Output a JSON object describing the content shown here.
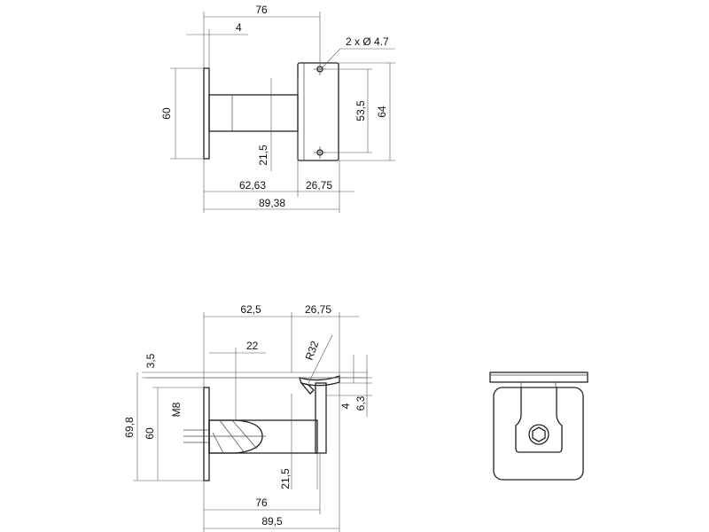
{
  "top_view": {
    "dims": {
      "d76": "76",
      "d4": "4",
      "holes": "2 x Ø 4.7",
      "d60": "60",
      "d53_5": "53,5",
      "d64": "64",
      "d21_5": "21,5",
      "d62_63": "62,63",
      "d26_75": "26,75",
      "d89_38": "89,38"
    }
  },
  "side_view": {
    "dims": {
      "d62_5": "62,5",
      "d26_75": "26,75",
      "d22": "22",
      "r32": "R32",
      "d3_5": "3,5",
      "d69_8": "69,8",
      "d60": "60",
      "m8": "M8",
      "d4": "4",
      "d6_3": "6,3",
      "d21_5": "21,5",
      "d76": "76",
      "d89_5": "89,5"
    }
  }
}
